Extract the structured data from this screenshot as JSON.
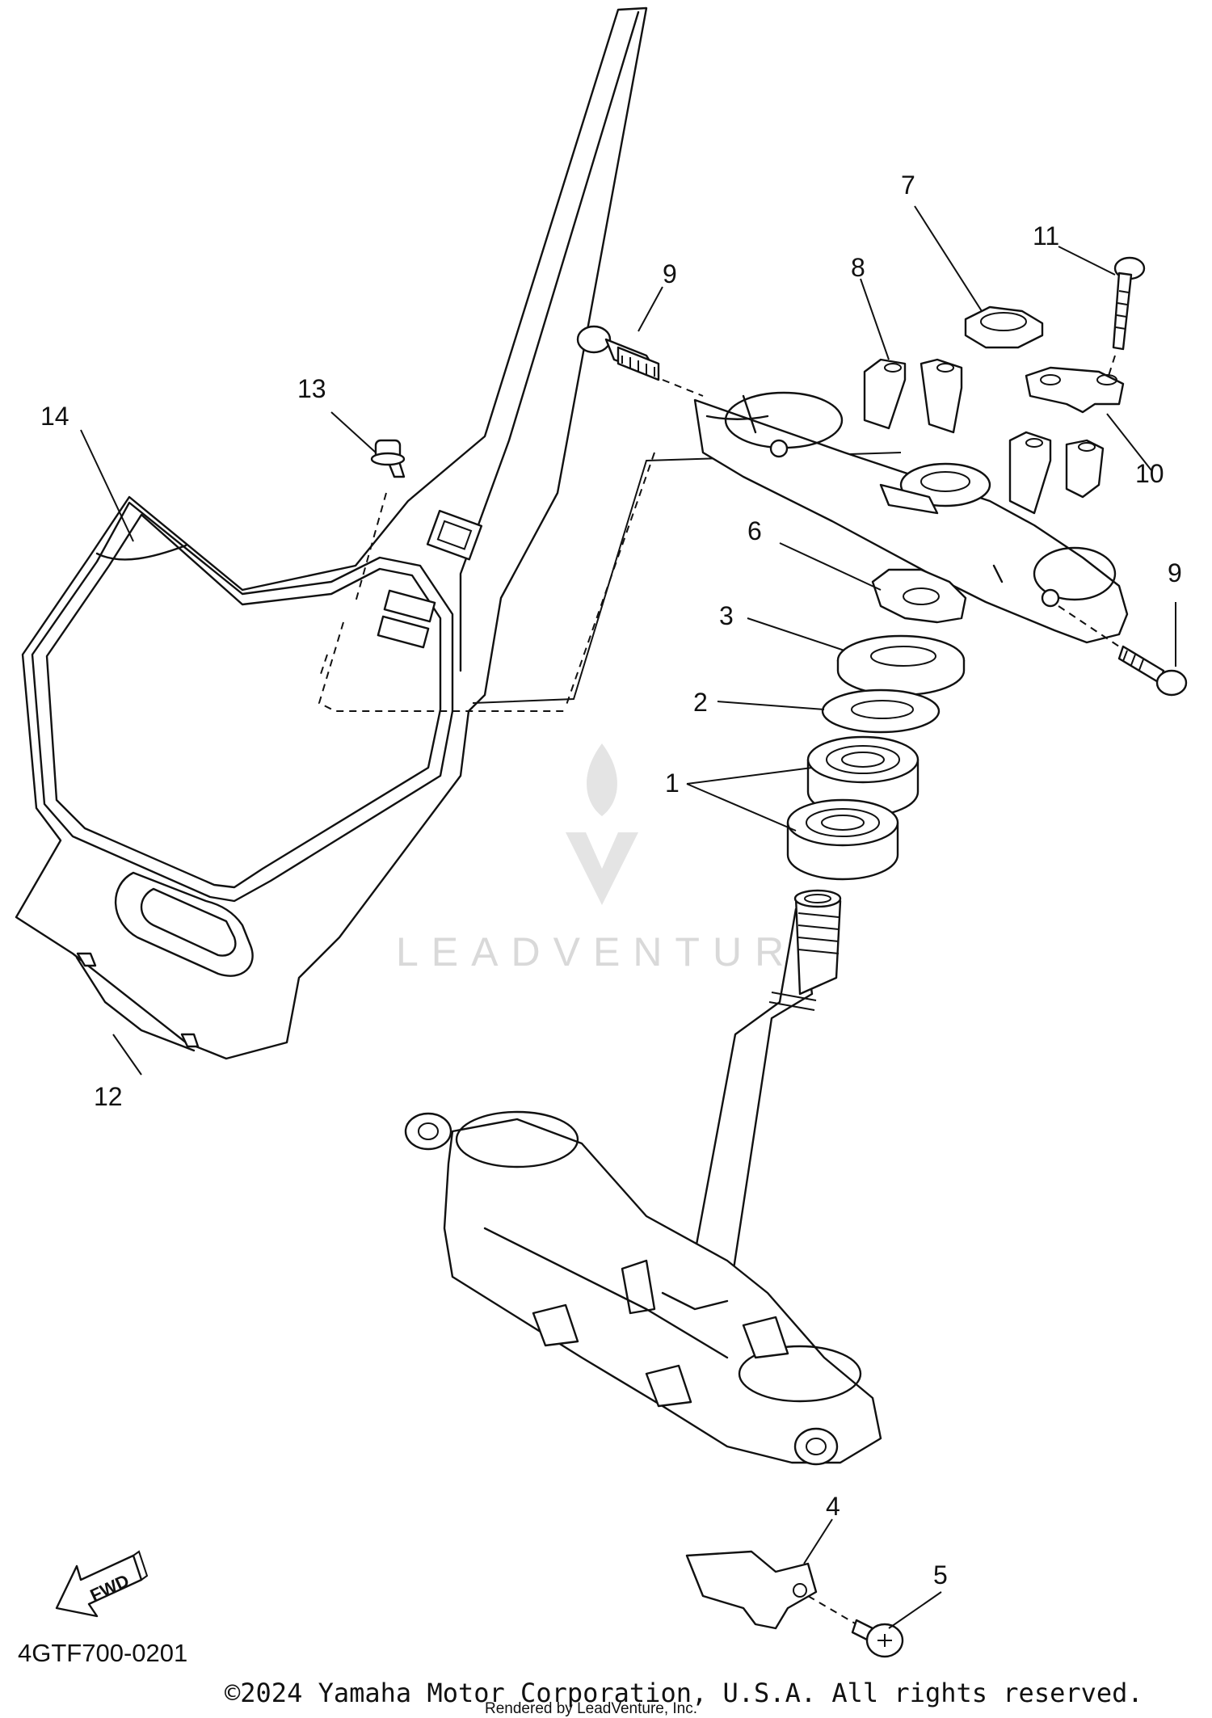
{
  "diagram": {
    "callouts": [
      {
        "label": "1"
      },
      {
        "label": "2"
      },
      {
        "label": "3"
      },
      {
        "label": "4"
      },
      {
        "label": "5"
      },
      {
        "label": "6"
      },
      {
        "label": "7"
      },
      {
        "label": "8"
      },
      {
        "label": "9"
      },
      {
        "label": "9"
      },
      {
        "label": "10"
      },
      {
        "label": "11"
      },
      {
        "label": "12"
      },
      {
        "label": "13"
      },
      {
        "label": "14"
      }
    ],
    "diagram_code": "4GTF700-0201",
    "fwd_arrow_label": "FWD",
    "watermark_text": "LEADVENTURE",
    "copyright": "©2024 Yamaha Motor Corporation, U.S.A. All rights reserved.",
    "rendered_by": "Rendered by LeadVenture, Inc."
  }
}
